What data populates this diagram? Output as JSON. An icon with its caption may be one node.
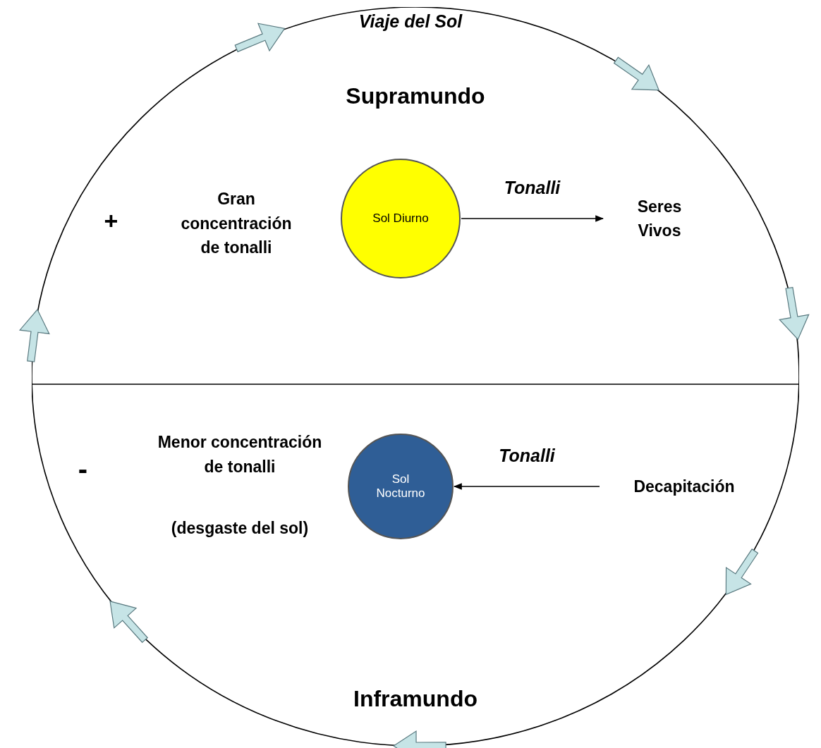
{
  "diagram": {
    "title": "Viaje del Sol",
    "nodes": [
      {
        "text": [
          "Supramundo"
        ]
      },
      {
        "text": [
          "Inframundo"
        ]
      },
      {
        "text": [
          "Sol Diurno"
        ],
        "in": 0
      },
      {
        "text": [
          "Seres Vivos"
        ],
        "in": 0
      },
      {
        "text": [
          "Sol Nocturno"
        ],
        "in": 1
      },
      {
        "text": [
          "Decapitación"
        ],
        "in": 1
      }
    ],
    "edges": [
      {
        "from": 2,
        "to": 3,
        "arrow": "to",
        "label": "Tonalli"
      },
      {
        "from": 5,
        "to": 4,
        "arrow": "to",
        "label": "Tonalli"
      }
    ],
    "labels": [
      "+",
      "Gran concentración de tonalli",
      "-",
      "Menor concentración de tonalli",
      "(desgaste del sol)"
    ]
  }
}
